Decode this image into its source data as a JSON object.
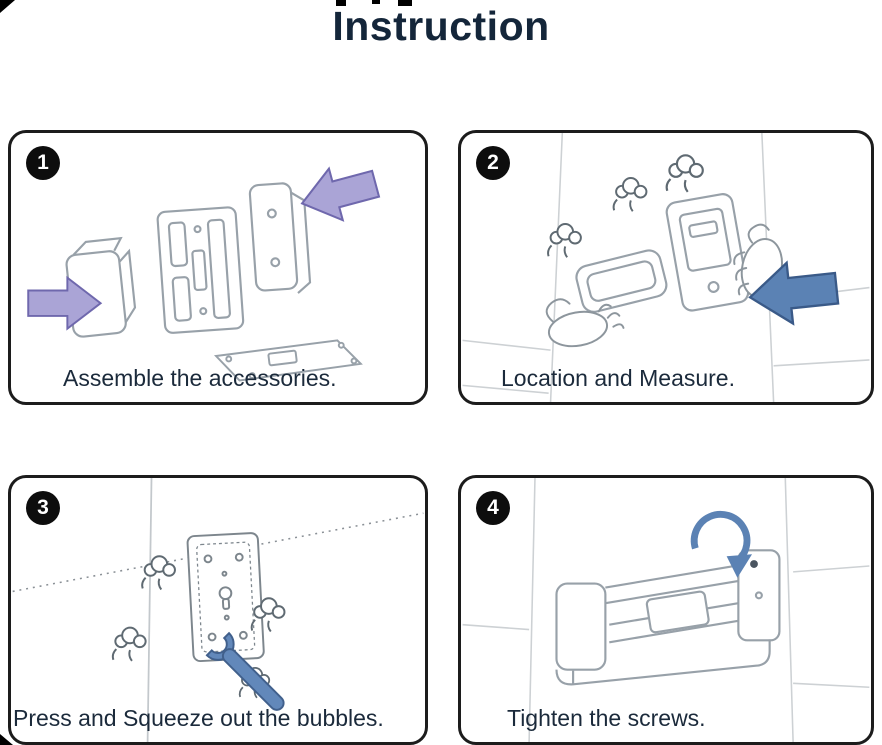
{
  "title": "Instruction",
  "colors": {
    "text": "#1b2a3b",
    "panel_border": "#1c1c1c",
    "line_art": "#98a1a9",
    "tile_line": "#cdd1d4",
    "lavender_arrow": "#aaa4d6",
    "lavender_arrow_outline": "#6f68ad",
    "blue_accent": "#5b82b4",
    "blue_accent_outline": "#3a5a88",
    "badge_bg": "#0d0d0d",
    "badge_text": "#ffffff"
  },
  "icons": {
    "step_arrows": "block-arrow-icon",
    "bubbles": "steam-puff-icon",
    "wrench": "wrench-icon",
    "rotate": "curved-arrow-icon",
    "hands": "hands-icon"
  },
  "panels": [
    {
      "number": "1",
      "caption": "Assemble the accessories.",
      "illustration": "exploded-accessory-parts"
    },
    {
      "number": "2",
      "caption": "Location and Measure.",
      "illustration": "hold-bracket-on-wall"
    },
    {
      "number": "3",
      "caption": "Press and Squeeze out the bubbles.",
      "illustration": "press-plate-with-wrench"
    },
    {
      "number": "4",
      "caption": "Tighten the screws.",
      "illustration": "tighten-screws-holder"
    }
  ]
}
